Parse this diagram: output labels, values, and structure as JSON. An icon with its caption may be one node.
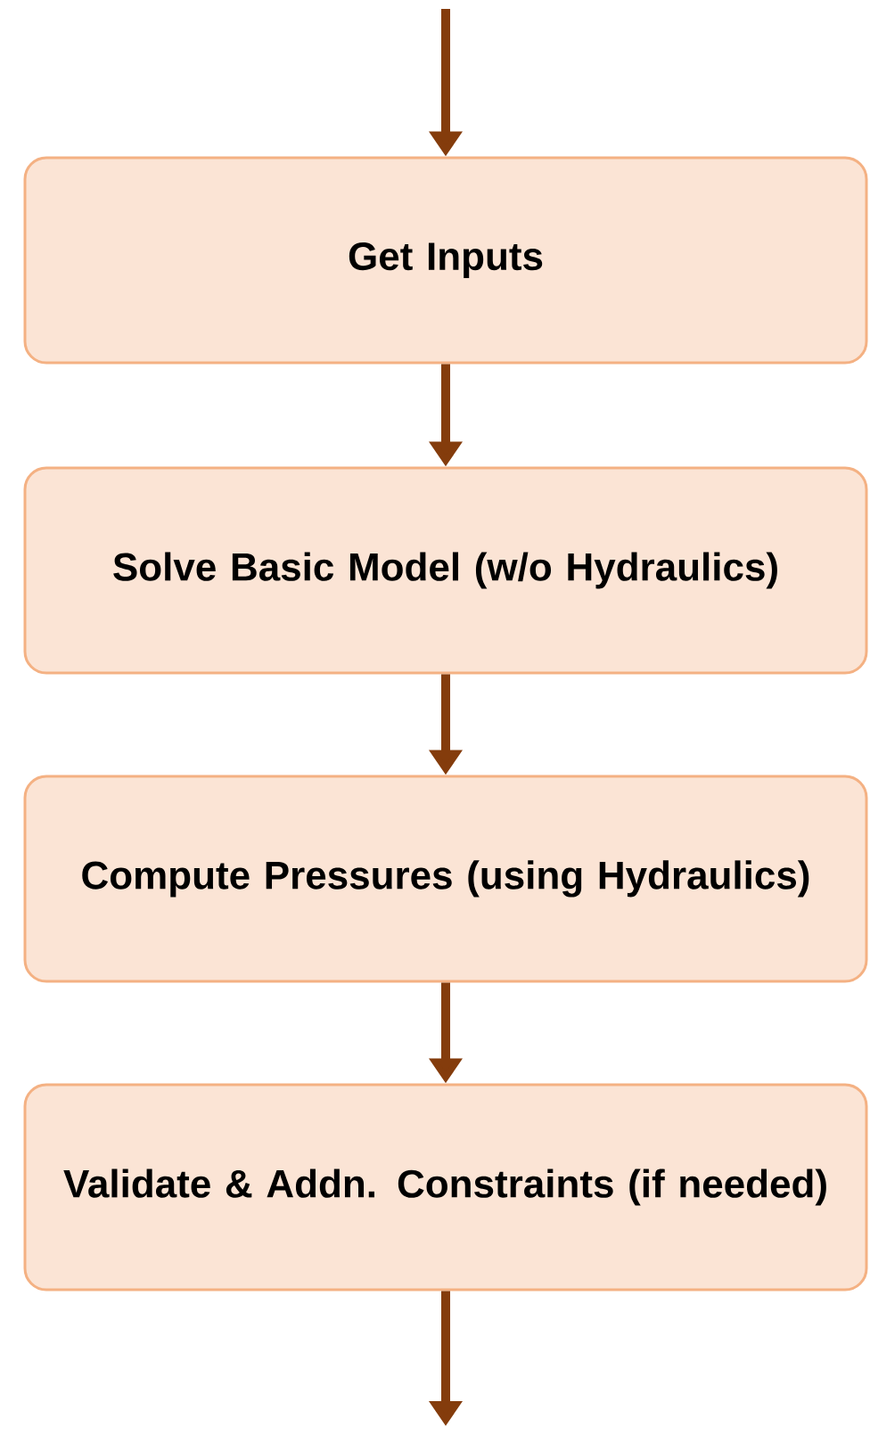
{
  "diagram": {
    "nodes": [
      {
        "text": [
          "Get Inputs"
        ]
      },
      {
        "text": [
          "Solve Basic Model (w/o Hydraulics)"
        ]
      },
      {
        "text": [
          "Compute Pressures (using Hydraulics)"
        ]
      },
      {
        "text": [
          "Validate & Addn. Constraints (if needed)"
        ]
      }
    ],
    "edges": [
      {
        "from": null,
        "to": 0,
        "arrow": "to"
      },
      {
        "from": 0,
        "to": 1,
        "arrow": "to"
      },
      {
        "from": 1,
        "to": 2,
        "arrow": "to"
      },
      {
        "from": 2,
        "to": 3,
        "arrow": "to"
      },
      {
        "from": 3,
        "to": null,
        "arrow": "to"
      }
    ]
  }
}
